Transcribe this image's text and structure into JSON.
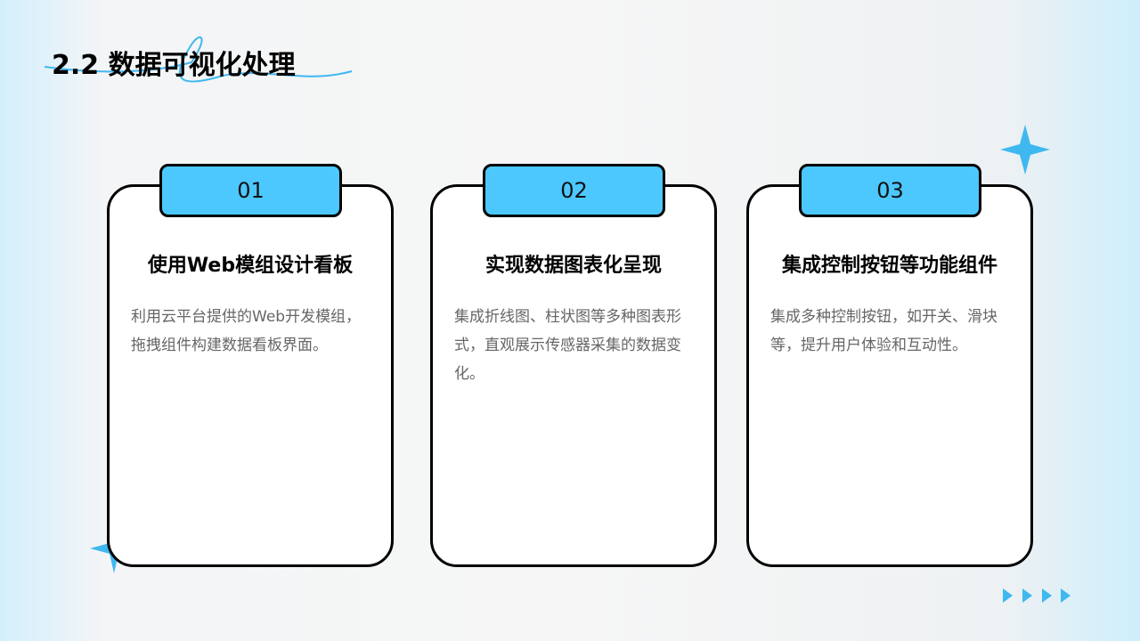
{
  "title": "2.2 数据可视化处理",
  "accent": "#4cc8fe",
  "cards": [
    {
      "number": "01",
      "heading": "使用Web模组设计看板",
      "body": "利用云平台提供的Web开发模组，拖拽组件构建数据看板界面。"
    },
    {
      "number": "02",
      "heading": "实现数据图表化呈现",
      "body": "集成折线图、柱状图等多种图表形式，直观展示传感器采集的数据变化。"
    },
    {
      "number": "03",
      "heading": "集成控制按钮等功能组件",
      "body": "集成多种控制按钮，如开关、滑块等，提升用户体验和互动性。"
    }
  ]
}
